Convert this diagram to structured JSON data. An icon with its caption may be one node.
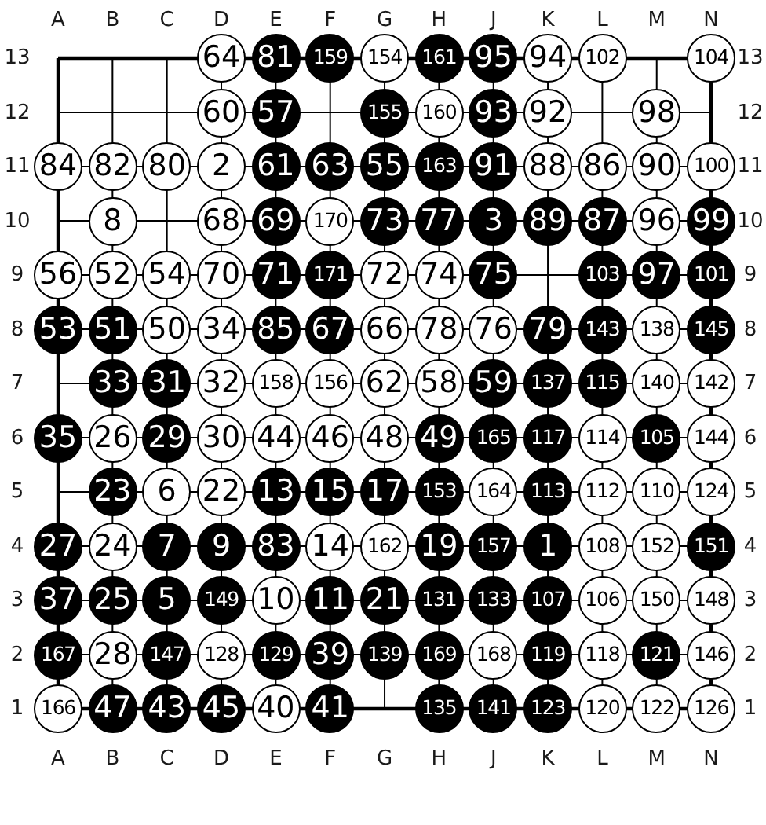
{
  "diagram": {
    "nodes": [
      {
        "text": [
          "64"
        ]
      },
      {
        "text": [
          "81"
        ]
      },
      {
        "text": [
          "159"
        ]
      },
      {
        "text": [
          "154"
        ]
      },
      {
        "text": [
          "161"
        ]
      },
      {
        "text": [
          "95"
        ]
      },
      {
        "text": [
          "94"
        ]
      },
      {
        "text": [
          "102"
        ]
      },
      {
        "text": [
          "104"
        ]
      },
      {
        "text": [
          "60"
        ]
      },
      {
        "text": [
          "57"
        ]
      },
      {
        "text": [
          "155"
        ]
      },
      {
        "text": [
          "160"
        ]
      },
      {
        "text": [
          "93"
        ]
      },
      {
        "text": [
          "92"
        ]
      },
      {
        "text": [
          "98"
        ]
      },
      {
        "text": [
          "84"
        ]
      },
      {
        "text": [
          "82"
        ]
      },
      {
        "text": [
          "80"
        ]
      },
      {
        "text": [
          "2"
        ]
      },
      {
        "text": [
          "61"
        ]
      },
      {
        "text": [
          "63"
        ]
      },
      {
        "text": [
          "55"
        ]
      },
      {
        "text": [
          "163"
        ]
      },
      {
        "text": [
          "91"
        ]
      },
      {
        "text": [
          "88"
        ]
      },
      {
        "text": [
          "86"
        ]
      },
      {
        "text": [
          "90"
        ]
      },
      {
        "text": [
          "100"
        ]
      },
      {
        "text": [
          "8"
        ]
      },
      {
        "text": [
          "68"
        ]
      },
      {
        "text": [
          "69"
        ]
      },
      {
        "text": [
          "170"
        ]
      },
      {
        "text": [
          "73"
        ]
      },
      {
        "text": [
          "77"
        ]
      },
      {
        "text": [
          "3"
        ]
      },
      {
        "text": [
          "89"
        ]
      },
      {
        "text": [
          "87"
        ]
      },
      {
        "text": [
          "96"
        ]
      },
      {
        "text": [
          "99"
        ]
      },
      {
        "text": [
          "56"
        ]
      },
      {
        "text": [
          "52"
        ]
      },
      {
        "text": [
          "54"
        ]
      },
      {
        "text": [
          "70"
        ]
      },
      {
        "text": [
          "71"
        ]
      },
      {
        "text": [
          "171"
        ]
      },
      {
        "text": [
          "72"
        ]
      },
      {
        "text": [
          "74"
        ]
      },
      {
        "text": [
          "75"
        ]
      },
      {
        "text": [
          "103"
        ]
      },
      {
        "text": [
          "97"
        ]
      },
      {
        "text": [
          "101"
        ]
      },
      {
        "text": [
          "53"
        ]
      },
      {
        "text": [
          "51"
        ]
      },
      {
        "text": [
          "50"
        ]
      },
      {
        "text": [
          "34"
        ]
      },
      {
        "text": [
          "85"
        ]
      },
      {
        "text": [
          "67"
        ]
      },
      {
        "text": [
          "66"
        ]
      },
      {
        "text": [
          "78"
        ]
      },
      {
        "text": [
          "76"
        ]
      },
      {
        "text": [
          "79"
        ]
      },
      {
        "text": [
          "143"
        ]
      },
      {
        "text": [
          "138"
        ]
      },
      {
        "text": [
          "145"
        ]
      },
      {
        "text": [
          "33"
        ]
      },
      {
        "text": [
          "31"
        ]
      },
      {
        "text": [
          "32"
        ]
      },
      {
        "text": [
          "158"
        ]
      },
      {
        "text": [
          "156"
        ]
      },
      {
        "text": [
          "62"
        ]
      },
      {
        "text": [
          "58"
        ]
      },
      {
        "text": [
          "59"
        ]
      },
      {
        "text": [
          "137"
        ]
      },
      {
        "text": [
          "115"
        ]
      },
      {
        "text": [
          "140"
        ]
      },
      {
        "text": [
          "142"
        ]
      },
      {
        "text": [
          "35"
        ]
      },
      {
        "text": [
          "26"
        ]
      },
      {
        "text": [
          "29"
        ]
      },
      {
        "text": [
          "30"
        ]
      },
      {
        "text": [
          "44"
        ]
      },
      {
        "text": [
          "46"
        ]
      },
      {
        "text": [
          "48"
        ]
      },
      {
        "text": [
          "49"
        ]
      },
      {
        "text": [
          "165"
        ]
      },
      {
        "text": [
          "117"
        ]
      },
      {
        "text": [
          "114"
        ]
      },
      {
        "text": [
          "105"
        ]
      },
      {
        "text": [
          "144"
        ]
      },
      {
        "text": [
          "23"
        ]
      },
      {
        "text": [
          "6"
        ]
      },
      {
        "text": [
          "22"
        ]
      },
      {
        "text": [
          "13"
        ]
      },
      {
        "text": [
          "15"
        ]
      },
      {
        "text": [
          "17"
        ]
      },
      {
        "text": [
          "153"
        ]
      },
      {
        "text": [
          "164"
        ]
      },
      {
        "text": [
          "113"
        ]
      },
      {
        "text": [
          "112"
        ]
      },
      {
        "text": [
          "110"
        ]
      },
      {
        "text": [
          "124"
        ]
      },
      {
        "text": [
          "27"
        ]
      },
      {
        "text": [
          "24"
        ]
      },
      {
        "text": [
          "7"
        ]
      },
      {
        "text": [
          "9"
        ]
      },
      {
        "text": [
          "83"
        ]
      },
      {
        "text": [
          "14"
        ]
      },
      {
        "text": [
          "162"
        ]
      },
      {
        "text": [
          "19"
        ]
      },
      {
        "text": [
          "157"
        ]
      },
      {
        "text": [
          "1"
        ]
      },
      {
        "text": [
          "108"
        ]
      },
      {
        "text": [
          "152"
        ]
      },
      {
        "text": [
          "151"
        ]
      },
      {
        "text": [
          "37"
        ]
      },
      {
        "text": [
          "25"
        ]
      },
      {
        "text": [
          "5"
        ]
      },
      {
        "text": [
          "149"
        ]
      },
      {
        "text": [
          "10"
        ]
      },
      {
        "text": [
          "11"
        ]
      },
      {
        "text": [
          "21"
        ]
      },
      {
        "text": [
          "131"
        ]
      },
      {
        "text": [
          "133"
        ]
      },
      {
        "text": [
          "107"
        ]
      },
      {
        "text": [
          "106"
        ]
      },
      {
        "text": [
          "150"
        ]
      },
      {
        "text": [
          "148"
        ]
      },
      {
        "text": [
          "167"
        ]
      },
      {
        "text": [
          "28"
        ]
      },
      {
        "text": [
          "147"
        ]
      },
      {
        "text": [
          "128"
        ]
      },
      {
        "text": [
          "129"
        ]
      },
      {
        "text": [
          "39"
        ]
      },
      {
        "text": [
          "139"
        ]
      },
      {
        "text": [
          "169"
        ]
      },
      {
        "text": [
          "168"
        ]
      },
      {
        "text": [
          "119"
        ]
      },
      {
        "text": [
          "118"
        ]
      },
      {
        "text": [
          "121"
        ]
      },
      {
        "text": [
          "146"
        ]
      },
      {
        "text": [
          "166"
        ]
      },
      {
        "text": [
          "47"
        ]
      },
      {
        "text": [
          "43"
        ]
      },
      {
        "text": [
          "45"
        ]
      },
      {
        "text": [
          "40"
        ]
      },
      {
        "text": [
          "41"
        ]
      },
      {
        "text": [
          "135"
        ]
      },
      {
        "text": [
          "141"
        ]
      },
      {
        "text": [
          "123"
        ]
      },
      {
        "text": [
          "120"
        ]
      },
      {
        "text": [
          "122"
        ]
      },
      {
        "text": [
          "126"
        ]
      }
    ],
    "labels": [
      "A",
      "B",
      "C",
      "D",
      "E",
      "F",
      "G",
      "H",
      "J",
      "K",
      "L",
      "M",
      "N",
      "13",
      "13",
      "12",
      "12",
      "11",
      "11",
      "10",
      "10",
      "9",
      "9",
      "8",
      "8",
      "7",
      "7",
      "6",
      "6",
      "5",
      "5",
      "4",
      "4",
      "3",
      "3",
      "2",
      "2",
      "1",
      "1",
      "A",
      "B",
      "C",
      "D",
      "E",
      "F",
      "G",
      "H",
      "J",
      "K",
      "L",
      "M",
      "N"
    ]
  }
}
